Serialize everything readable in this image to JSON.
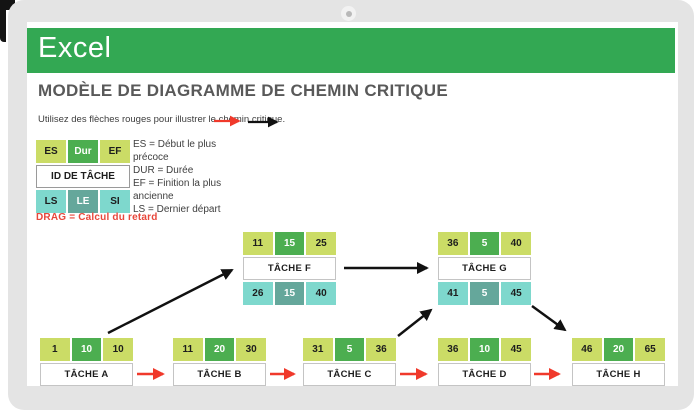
{
  "header": {
    "app_name": "Excel",
    "brand_color": "#33a853"
  },
  "page": {
    "title": "MODÈLE DE DIAGRAMME DE CHEMIN CRITIQUE",
    "subtitle": "Utilisez des flèches rouges pour illustrer le chemin critique.",
    "drag_note": "DRAG = Calcul du retard"
  },
  "legend": {
    "top_cells": [
      "ES",
      "Dur",
      "EF"
    ],
    "id_label": "ID DE TÂCHE",
    "bottom_cells": [
      "LS",
      "LE",
      "SI"
    ],
    "definitions": [
      "ES = Début le plus précoce",
      "DUR = Durée",
      "EF = Finition la plus ancienne",
      "LS = Dernier départ"
    ]
  },
  "colors": {
    "cell_light_green": "#cbdc66",
    "cell_green": "#4cae50",
    "cell_light_teal": "#7ed8cd",
    "cell_teal": "#65a79b",
    "critical_arrow_red": "#f0392b",
    "dependency_arrow_black": "#111111",
    "drag_note_red": "#e8473b"
  },
  "tasks_upper": [
    {
      "name": "TÂCHE F",
      "top": [
        "11",
        "15",
        "25"
      ],
      "bottom": [
        "26",
        "15",
        "40"
      ]
    },
    {
      "name": "TÂCHE G",
      "top": [
        "36",
        "5",
        "40"
      ],
      "bottom": [
        "41",
        "5",
        "45"
      ]
    }
  ],
  "tasks_lower": [
    {
      "name": "TÂCHE A",
      "top": [
        "1",
        "10",
        "10"
      ]
    },
    {
      "name": "TÂCHE B",
      "top": [
        "11",
        "20",
        "30"
      ]
    },
    {
      "name": "TÂCHE C",
      "top": [
        "31",
        "5",
        "36"
      ]
    },
    {
      "name": "TÂCHE D",
      "top": [
        "36",
        "10",
        "45"
      ]
    },
    {
      "name": "TÂCHE H",
      "top": [
        "46",
        "20",
        "65"
      ]
    }
  ],
  "dependencies": {
    "black_arrows": [
      "TÂCHE A → TÂCHE F",
      "TÂCHE F → TÂCHE G",
      "TÂCHE C → TÂCHE G",
      "TÂCHE G → TÂCHE H"
    ],
    "red_arrows": [
      "TÂCHE A → TÂCHE B",
      "TÂCHE B → TÂCHE C",
      "TÂCHE C → TÂCHE D",
      "TÂCHE D → TÂCHE H"
    ]
  }
}
